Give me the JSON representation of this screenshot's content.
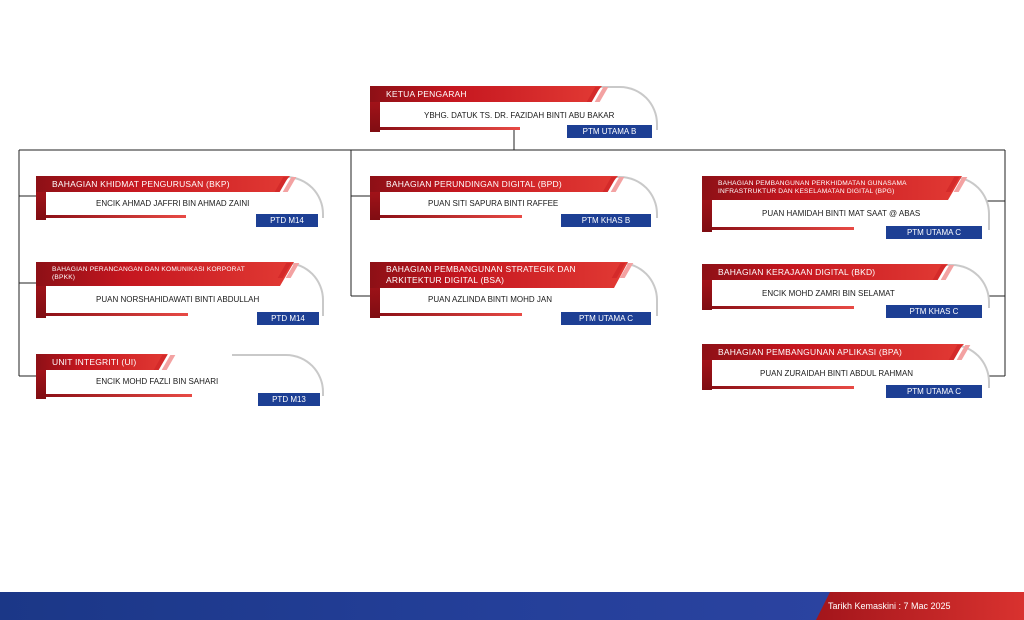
{
  "chairman": {
    "title": "KETUA PENGARAH",
    "name": "YBHG. DATUK TS. DR. FAZIDAH BINTI ABU BAKAR",
    "grade": "PTM UTAMA B"
  },
  "divisions": [
    {
      "title": "BAHAGIAN KHIDMAT PENGURUSAN (BKP)",
      "name": "ENCIK AHMAD JAFFRI BIN AHMAD ZAINI",
      "grade": "PTD M14"
    },
    {
      "title": "BAHAGIAN PERANCANGAN DAN KOMUNIKASI KORPORAT (BPKK)",
      "name": "PUAN NORSHAHIDAWATI BINTI ABDULLAH",
      "grade": "PTD M14"
    },
    {
      "title": "UNIT INTEGRITI (UI)",
      "name": "ENCIK MOHD FAZLI BIN SAHARI",
      "grade": "PTD M13"
    },
    {
      "title": "BAHAGIAN PERUNDINGAN DIGITAL (BPD)",
      "name": "PUAN SITI SAPURA BINTI RAFFEE",
      "grade": "PTM KHAS B"
    },
    {
      "title": "BAHAGIAN PEMBANGUNAN STRATEGIK DAN ARKITEKTUR DIGITAL (BSA)",
      "name": "PUAN AZLINDA BINTI MOHD JAN",
      "grade": "PTM UTAMA C"
    },
    {
      "title": "BAHAGIAN PEMBANGUNAN PERKHIDMATAN GUNASAMA INFRASTRUKTUR DAN KESELAMATAN DIGITAL (BPG)",
      "name": "PUAN HAMIDAH BINTI MAT SAAT @ ABAS",
      "grade": "PTM UTAMA C"
    },
    {
      "title": "BAHAGIAN KERAJAAN DIGITAL (BKD)",
      "name": "ENCIK MOHD ZAMRI BIN SELAMAT",
      "grade": "PTM KHAS C"
    },
    {
      "title": "BAHAGIAN PEMBANGUNAN APLIKASI (BPA)",
      "name": "PUAN ZURAIDAH BINTI ABDUL RAHMAN",
      "grade": "PTM UTAMA C"
    }
  ],
  "footer": {
    "updated": "Tarikh Kemaskini : 7 Mac 2025"
  },
  "colors": {
    "red": "#c5161f",
    "dark_red": "#8d1016",
    "blue": "#1d3f94",
    "line": "#222222"
  }
}
